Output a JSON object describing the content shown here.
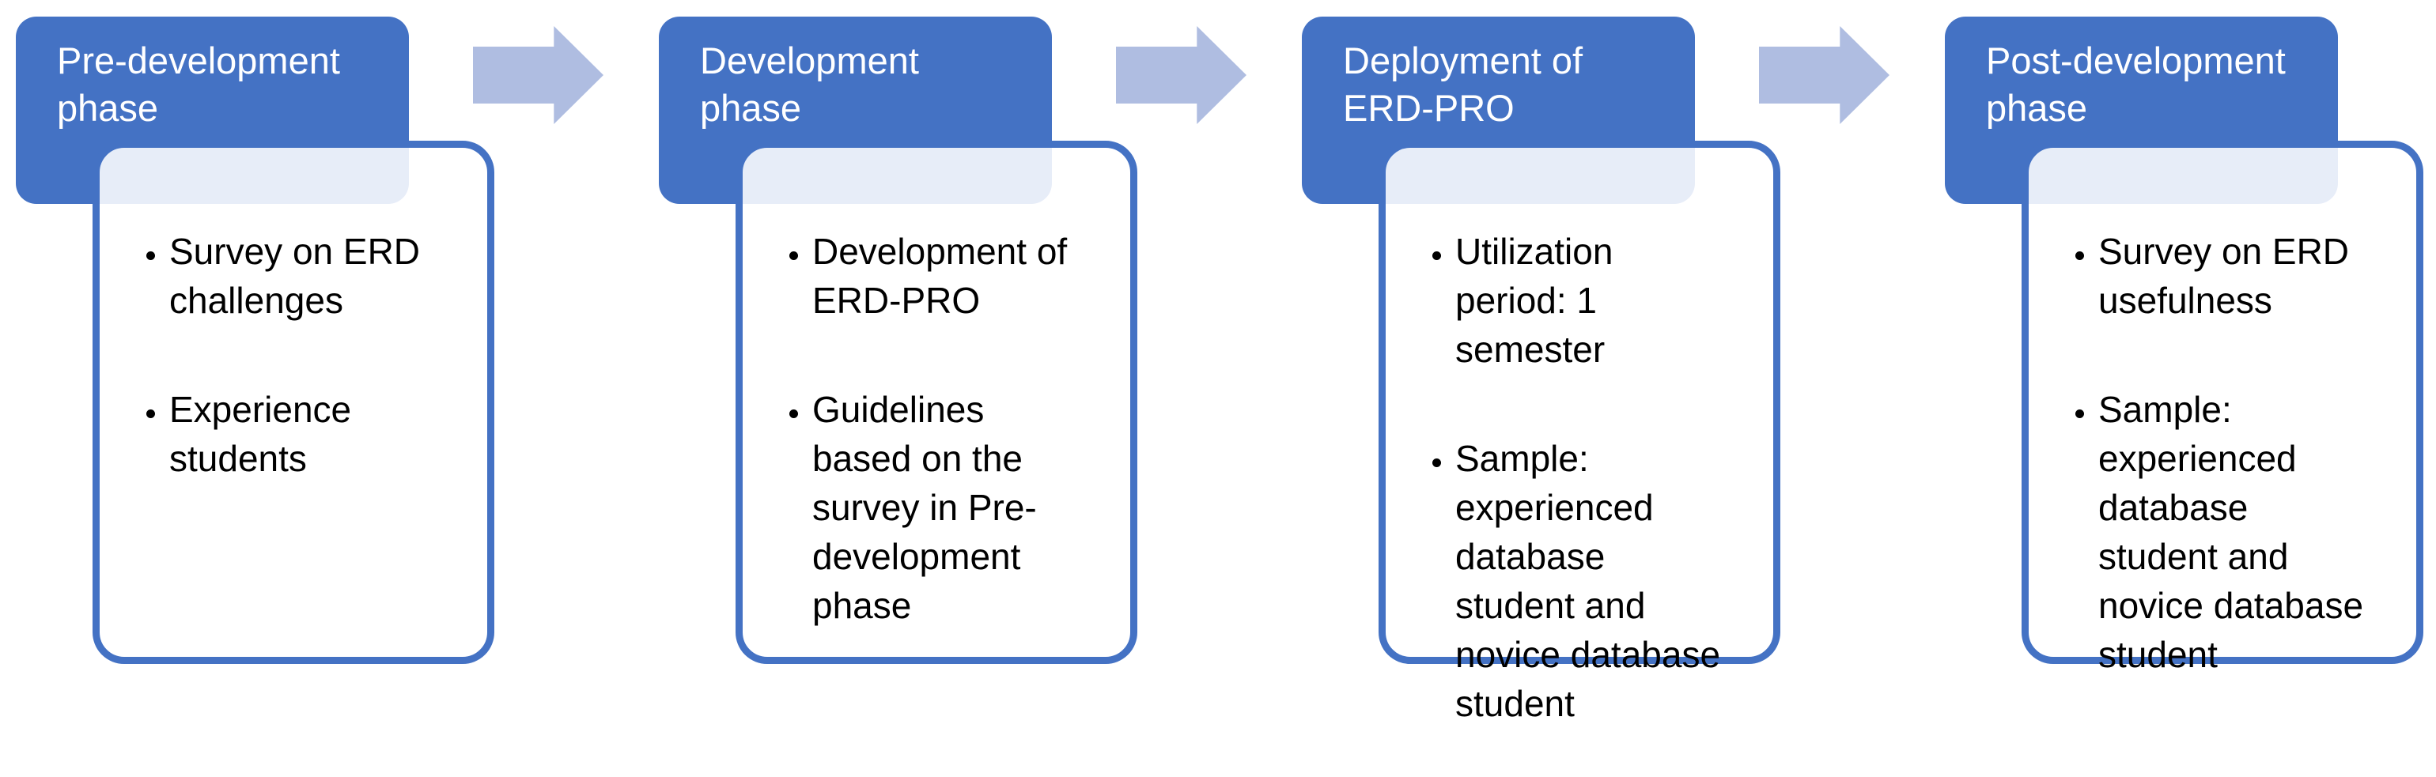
{
  "diagram": {
    "type": "process-flow",
    "phases": [
      {
        "title": "Pre-development\nphase",
        "bullets": [
          "Survey on ERD\nchallenges",
          "Experience\nstudents"
        ]
      },
      {
        "title": "Development\nphase",
        "bullets": [
          "Development of\nERD-PRO",
          "Guidelines\nbased on the\nsurvey in Pre-\ndevelopment\nphase"
        ]
      },
      {
        "title": "Deployment of\nERD-PRO",
        "bullets": [
          "Utilization\nperiod: 1\nsemester",
          "Sample:\nexperienced\ndatabase\nstudent and\nnovice database\nstudent"
        ]
      },
      {
        "title": "Post-development\nphase",
        "bullets": [
          "Survey on ERD\nusefulness",
          "Sample:\nexperienced\ndatabase\nstudent and\nnovice database\nstudent"
        ]
      }
    ],
    "colors": {
      "phase_header": "#4472C4",
      "box_border": "#4472C4",
      "arrow": "#AFBDE1",
      "overlap_band": "#E7EDF7",
      "text": "#000000",
      "header_text": "#FFFFFF"
    }
  }
}
